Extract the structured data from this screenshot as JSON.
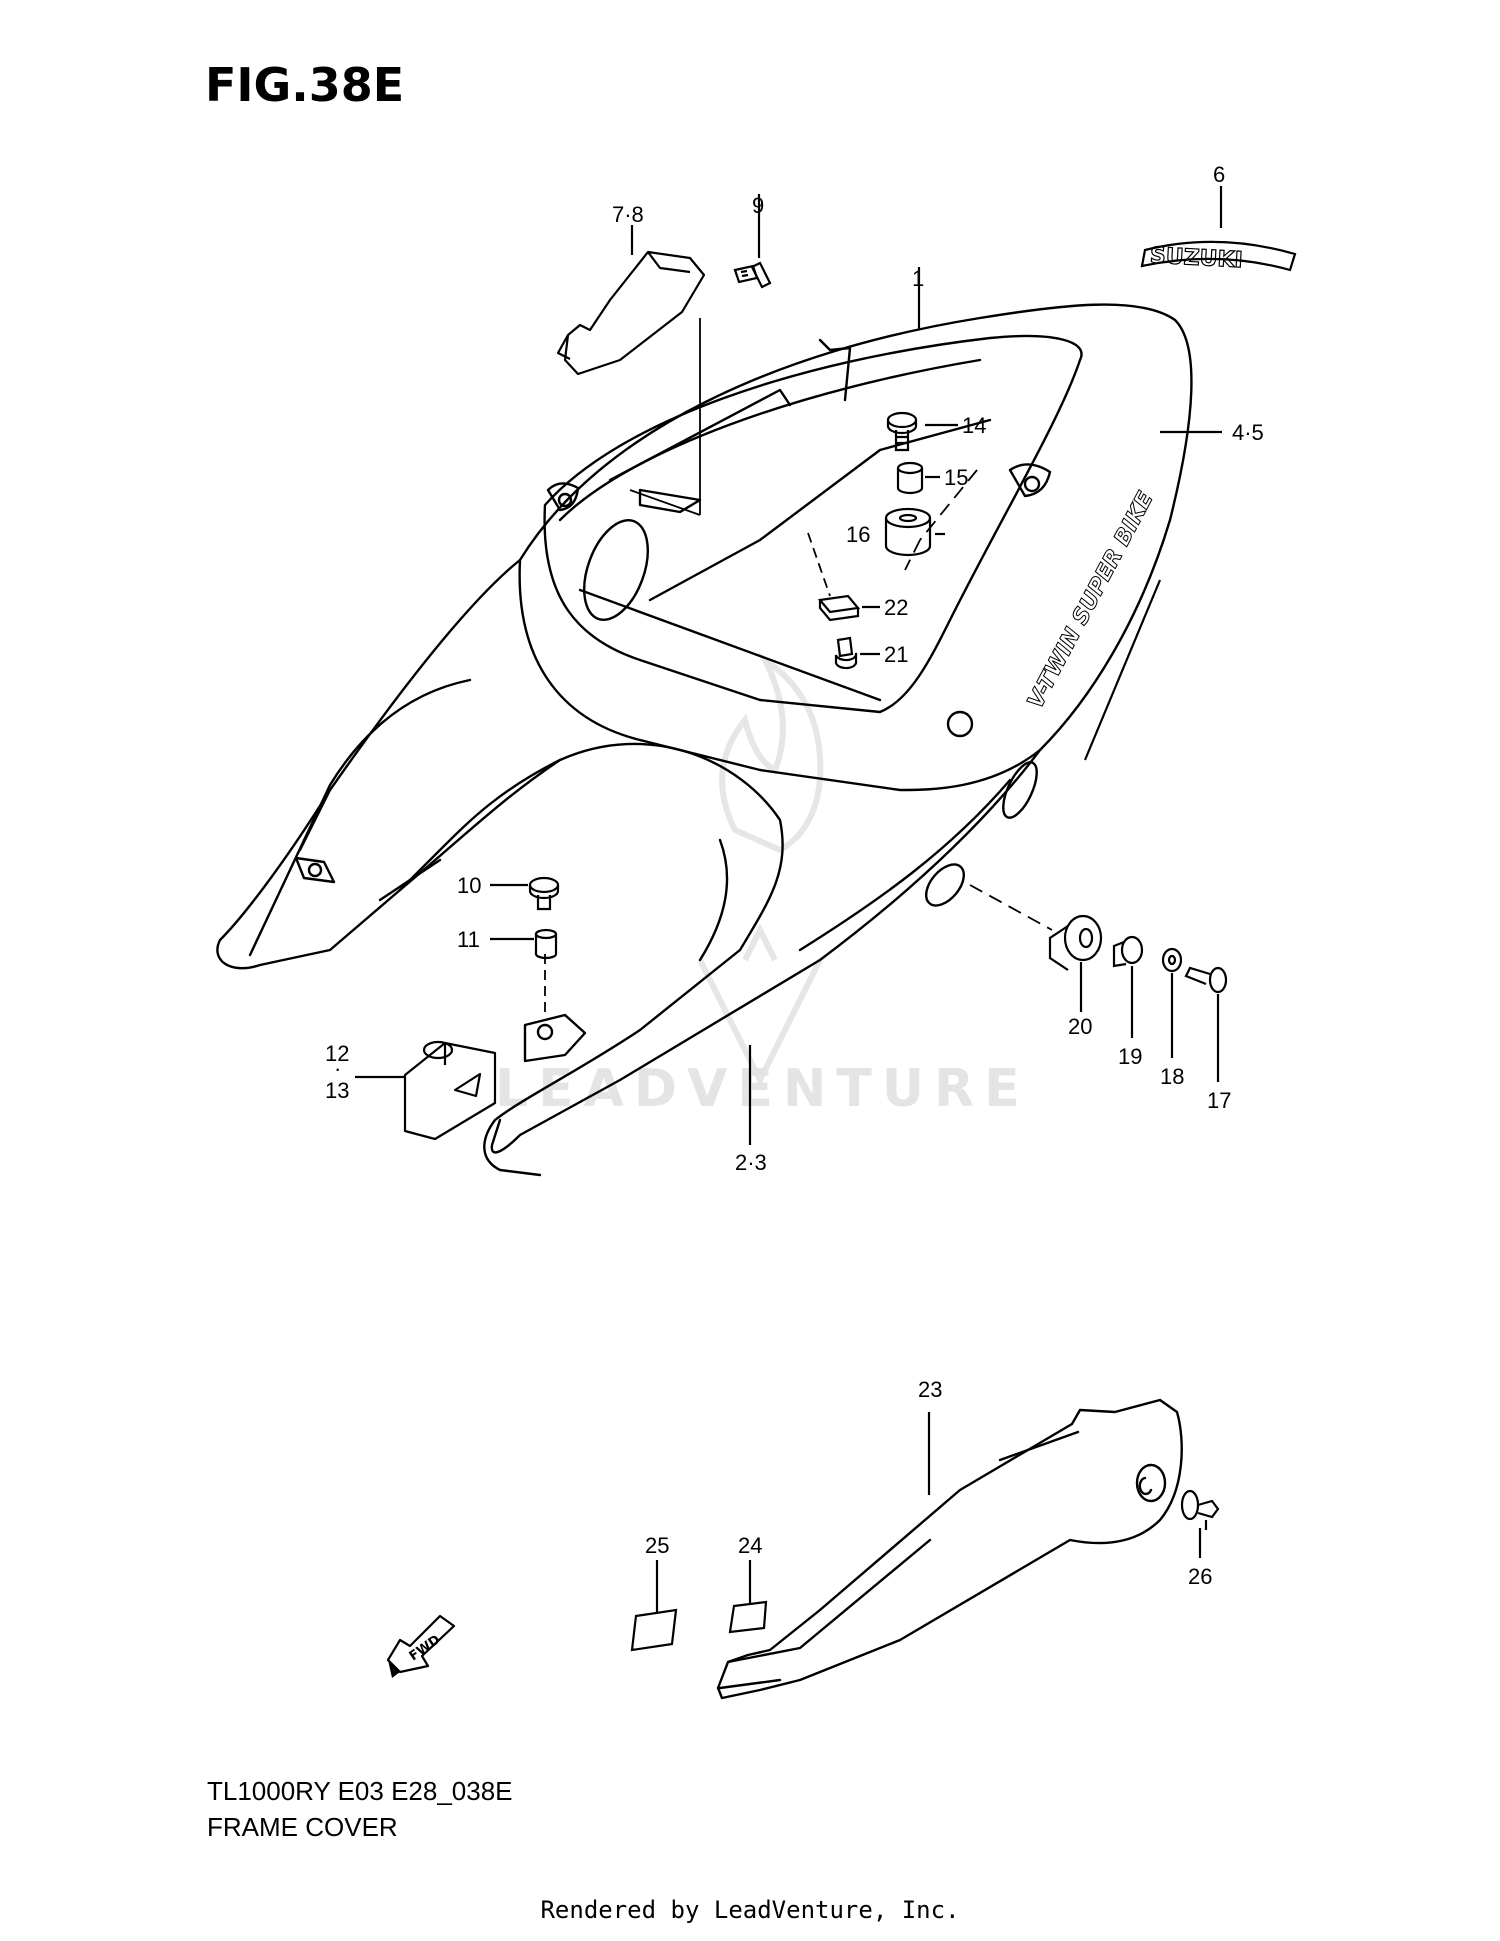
{
  "figure": {
    "title": "FIG.38E",
    "model_code": "TL1000RY E03 E28_038E",
    "section_name": "FRAME COVER",
    "credit": "Rendered by LeadVenture, Inc.",
    "watermark": "LEADVENTURE"
  },
  "part_labels": {
    "p1": "1",
    "p2_3": "2·3",
    "p4_5": "4·5",
    "p6": "6",
    "p7_8": "7·8",
    "p9": "9",
    "p10": "10",
    "p11": "11",
    "p12": "12",
    "p12_13_dot": "·",
    "p13": "13",
    "p14": "14",
    "p15": "15",
    "p16": "16",
    "p17": "17",
    "p18": "18",
    "p19": "19",
    "p20": "20",
    "p21": "21",
    "p22": "22",
    "p23": "23",
    "p24": "24",
    "p25": "25",
    "p26": "26"
  },
  "decal_text": {
    "emblem": "SUZUKI",
    "side_stripe": "V-TWIN SUPER BIKE",
    "fwd_arrow": "FWD"
  },
  "colors": {
    "line": "#000000",
    "background": "#ffffff",
    "watermark": "#e4e4e4"
  }
}
